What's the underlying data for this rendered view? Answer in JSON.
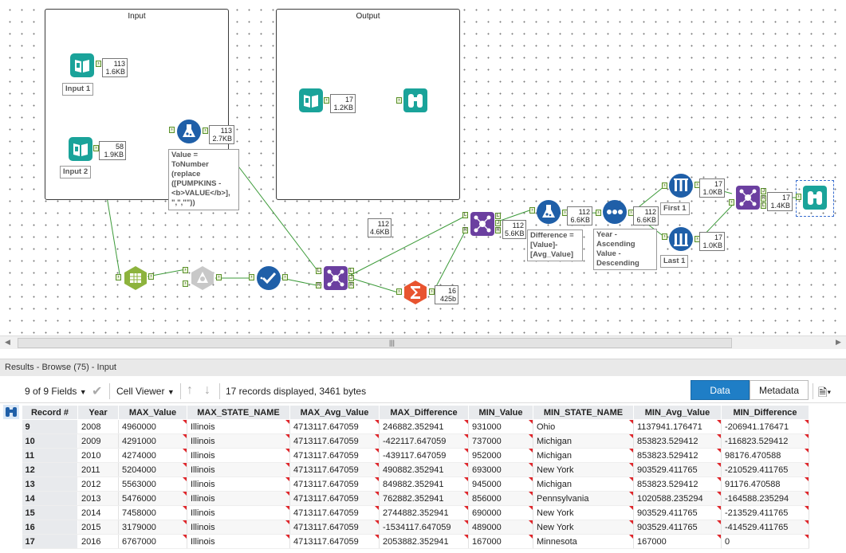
{
  "canvas": {
    "containers": [
      {
        "title": "Input"
      },
      {
        "title": "Output"
      }
    ],
    "badges": {
      "input1": [
        "113",
        "1.6KB"
      ],
      "input2": [
        "58",
        "1.9KB"
      ],
      "formula1": [
        "113",
        "2.7KB"
      ],
      "output_in": [
        "17",
        "1.2KB"
      ],
      "floating": [
        "112",
        "4.6KB"
      ],
      "join1": [
        "112",
        "5.6KB"
      ],
      "formula2": [
        "112",
        "6.6KB"
      ],
      "sort": [
        "112",
        "6.6KB"
      ],
      "summarize": [
        "16",
        "425b"
      ],
      "first": [
        "17",
        "1.0KB"
      ],
      "last": [
        "17",
        "1.0KB"
      ],
      "union": [
        "17",
        "1.4KB"
      ]
    },
    "annotations": {
      "input1": "Input 1",
      "input2": "Input 2",
      "formula1": "Value = ToNumber (replace ([PUMPKINS - <b>VALUE</b>], \",\",\"\"))",
      "formula2": "Difference = [Value]- [Avg_Value]",
      "sort": "Year - Ascending Value - Descending",
      "first": "First 1",
      "last": "Last 1"
    }
  },
  "results": {
    "title": "Results - Browse (75) - Input",
    "fields_label": "9 of 9 Fields",
    "viewer_label": "Cell Viewer",
    "records_info": "17 records displayed, 3461 bytes",
    "tab_data": "Data",
    "tab_metadata": "Metadata",
    "columns": [
      "Record #",
      "Year",
      "MAX_Value",
      "MAX_STATE_NAME",
      "MAX_Avg_Value",
      "MAX_Difference",
      "MIN_Value",
      "MIN_STATE_NAME",
      "MIN_Avg_Value",
      "MIN_Difference"
    ],
    "rows": [
      [
        "9",
        "2008",
        "4960000",
        "Illinois",
        "4713117.647059",
        "246882.352941",
        "931000",
        "Ohio",
        "1137941.176471",
        "-206941.176471"
      ],
      [
        "10",
        "2009",
        "4291000",
        "Illinois",
        "4713117.647059",
        "-422117.647059",
        "737000",
        "Michigan",
        "853823.529412",
        "-116823.529412"
      ],
      [
        "11",
        "2010",
        "4274000",
        "Illinois",
        "4713117.647059",
        "-439117.647059",
        "952000",
        "Michigan",
        "853823.529412",
        "98176.470588"
      ],
      [
        "12",
        "2011",
        "5204000",
        "Illinois",
        "4713117.647059",
        "490882.352941",
        "693000",
        "New York",
        "903529.411765",
        "-210529.411765"
      ],
      [
        "13",
        "2012",
        "5563000",
        "Illinois",
        "4713117.647059",
        "849882.352941",
        "945000",
        "Michigan",
        "853823.529412",
        "91176.470588"
      ],
      [
        "14",
        "2013",
        "5476000",
        "Illinois",
        "4713117.647059",
        "762882.352941",
        "856000",
        "Pennsylvania",
        "1020588.235294",
        "-164588.235294"
      ],
      [
        "15",
        "2014",
        "7458000",
        "Illinois",
        "4713117.647059",
        "2744882.352941",
        "690000",
        "New York",
        "903529.411765",
        "-213529.411765"
      ],
      [
        "16",
        "2015",
        "3179000",
        "Illinois",
        "4713117.647059",
        "-1534117.647059",
        "489000",
        "New York",
        "903529.411765",
        "-414529.411765"
      ],
      [
        "17",
        "2016",
        "6767000",
        "Illinois",
        "4713117.647059",
        "2053882.352941",
        "167000",
        "Minnesota",
        "167000",
        "0"
      ]
    ]
  },
  "colors": {
    "input_tool": "#1aa39a",
    "prep_tool": "#8db33d",
    "join_tool": "#6b3fa0",
    "formula_tool": "#1f5fa8",
    "summarize_tool": "#e8542f",
    "browse_tool": "#1aa39a",
    "data_tab": "#1f7ec6"
  }
}
